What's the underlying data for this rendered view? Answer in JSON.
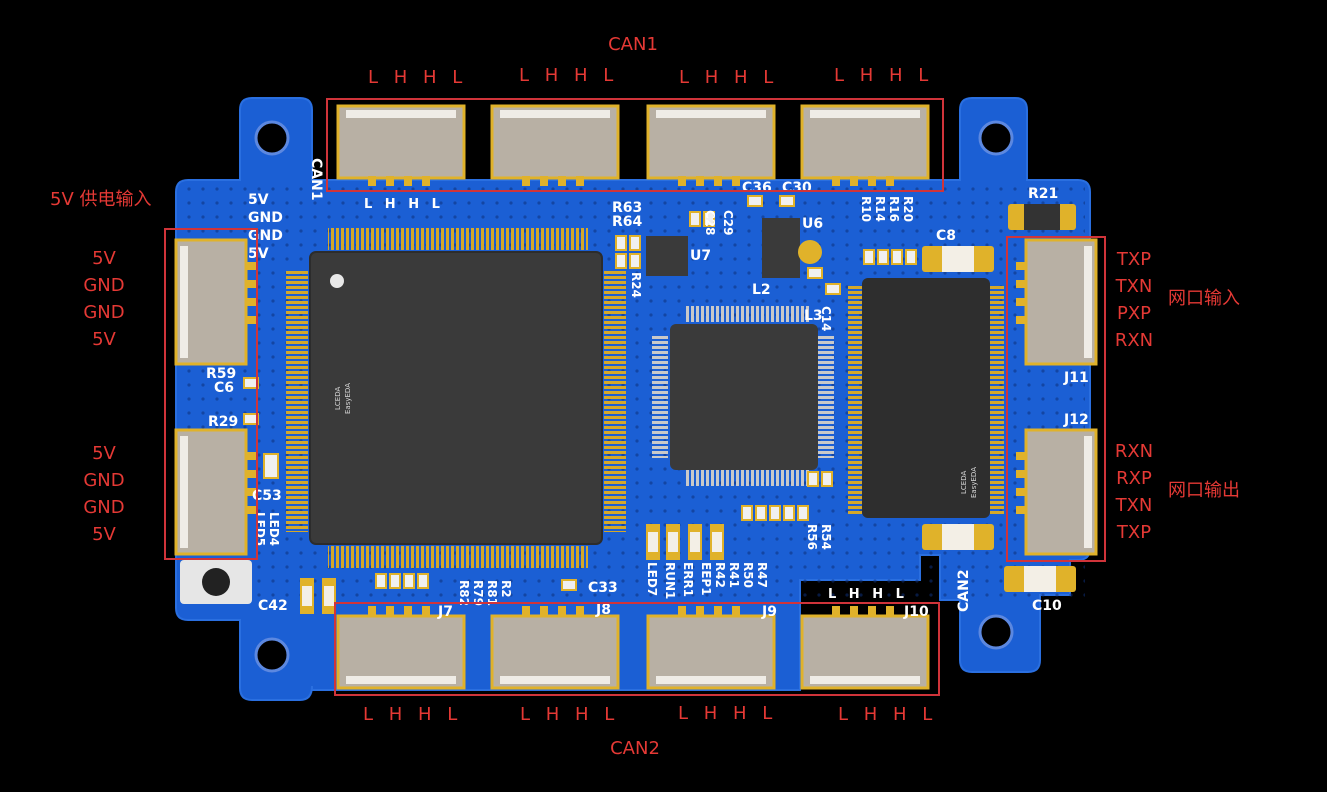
{
  "labels": {
    "can1": "CAN1",
    "can2": "CAN2",
    "lhhl": "L H H L",
    "power_input": "5V 供电输入",
    "net_input": "网口输入",
    "net_output": "网口输出"
  },
  "power_pins_top": [
    "5V",
    "GND",
    "GND",
    "5V"
  ],
  "power_pins_bottom": [
    "5V",
    "GND",
    "GND",
    "5V"
  ],
  "net_in_pins": [
    "TXP",
    "TXN",
    "PXP",
    "RXN"
  ],
  "net_out_pins": [
    "RXN",
    "RXP",
    "TXN",
    "TXP"
  ],
  "silkscreen": {
    "can1": "CAN1",
    "can2": "CAN2",
    "lhhl_small": "L H H L",
    "power_pins": [
      "5V",
      "GND",
      "GND",
      "5V"
    ],
    "r21": "R21",
    "r59": "R59",
    "c6": "C6",
    "r29": "R29",
    "c53": "C53",
    "c42": "C42",
    "led4": "LED4",
    "led5": "LED5",
    "r63": "R63",
    "r64": "R64",
    "u7": "U7",
    "r24": "R24",
    "c28": "C28",
    "c29": "C29",
    "c36": "C36",
    "c30": "C30",
    "u6": "U6",
    "l2": "L2",
    "l3": "L3",
    "c14": "C14",
    "c8": "C8",
    "r20": "R20",
    "r16": "R16",
    "r14": "R14",
    "r10": "R10",
    "j11": "J11",
    "j12": "J12",
    "c10": "C10",
    "j7": "J7",
    "j8": "J8",
    "j9": "J9",
    "j10": "J10",
    "c33": "C33",
    "r54": "R54",
    "r56": "R56",
    "r2": "R2",
    "r81": "R81",
    "r79": "R79",
    "r82": "R82",
    "led7": "LED7",
    "run1": "RUN1",
    "err1": "ERR1",
    "eep1": "EEP1",
    "r47": "R47",
    "r50": "R50",
    "r41": "R41",
    "r42": "R42",
    "lceda": "LCEDA",
    "easyeda": "EasyEDA"
  },
  "colors": {
    "background": "#000000",
    "board": "#1b5fd4",
    "annotation": "#e53935",
    "silk": "#ffffff",
    "chip": "#3a3a3a",
    "gold": "#e0b22a",
    "connector": "#b8b0a4"
  }
}
